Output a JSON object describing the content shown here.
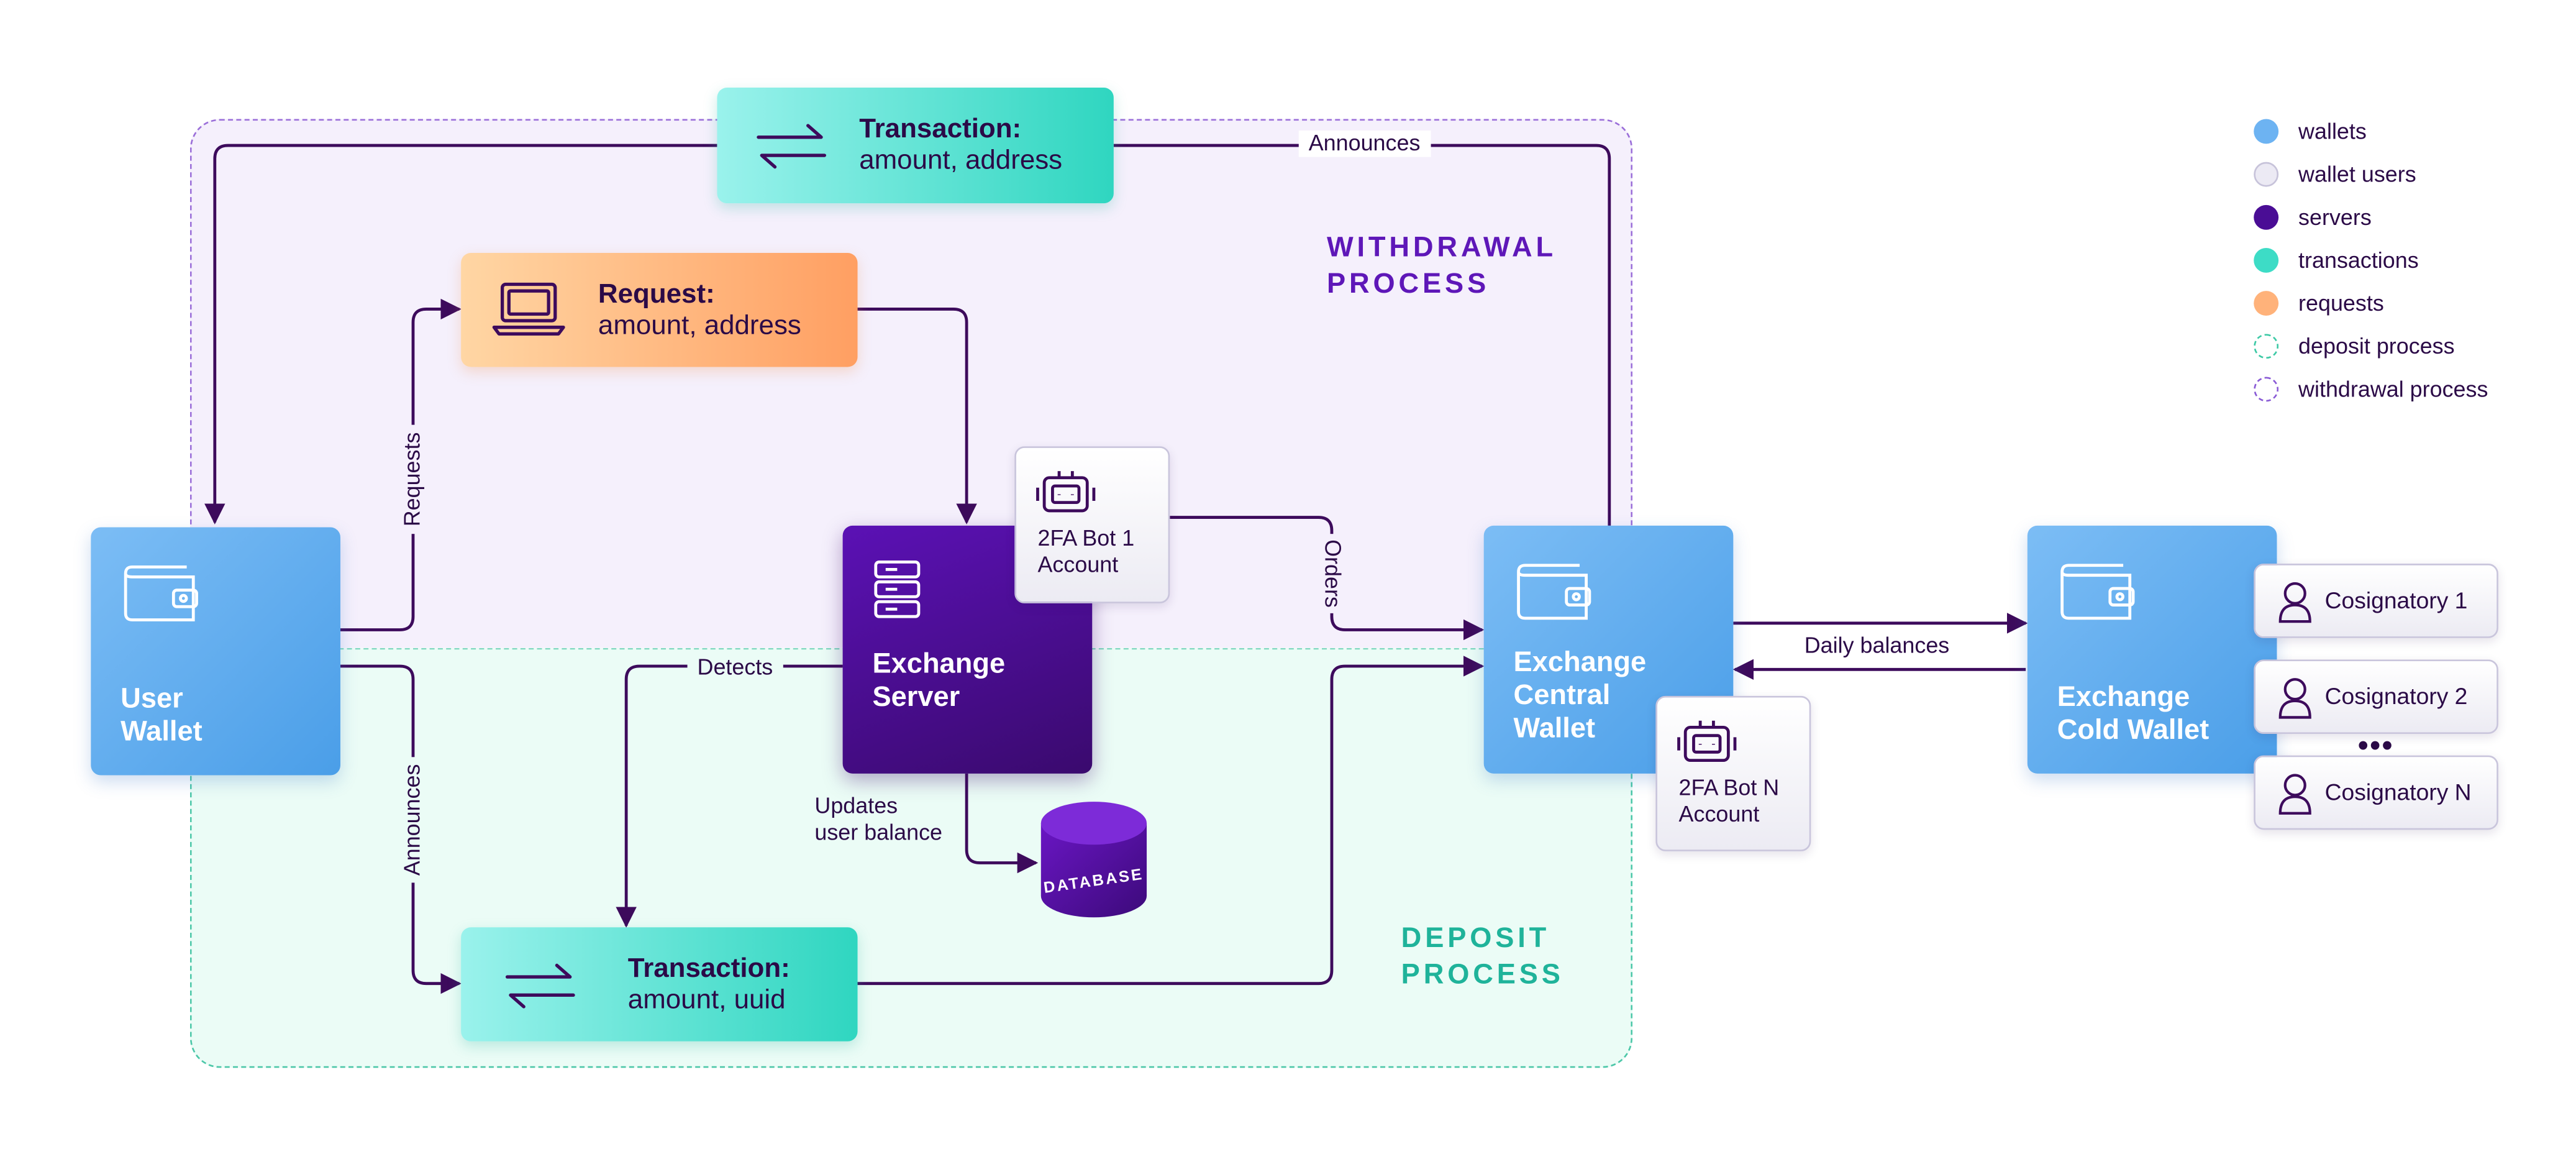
{
  "regions": {
    "withdrawal_label": "WITHDRAWAL\nPROCESS",
    "deposit_label": "DEPOSIT\nPROCESS"
  },
  "nodes": {
    "user_wallet": "User\nWallet",
    "exchange_server": "Exchange\nServer",
    "central_wallet": "Exchange\nCentral\nWallet",
    "cold_wallet": "Exchange\nCold Wallet",
    "tx_withdraw": {
      "title": "Transaction:",
      "detail": "amount, address"
    },
    "request": {
      "title": "Request:",
      "detail": "amount, address"
    },
    "tx_deposit": {
      "title": "Transaction:",
      "detail": "amount, uuid"
    },
    "bot1": "2FA Bot 1\nAccount",
    "botN": "2FA Bot N\nAccount",
    "database": "DATABASE",
    "cosignatories": [
      "Cosignatory 1",
      "Cosignatory 2",
      "Cosignatory N"
    ],
    "ellipsis": "•••"
  },
  "edges": {
    "announces_top": "Announces",
    "requests": "Requests",
    "orders": "Orders",
    "detects": "Detects",
    "announces_left": "Announces",
    "updates_balance": "Updates\nuser balance",
    "daily_balances": "Daily balances"
  },
  "legend": [
    {
      "label": "wallets",
      "color": "#6db3f2",
      "style": "fill"
    },
    {
      "label": "wallet users",
      "color": "#eceaf4",
      "style": "fill-outline"
    },
    {
      "label": "servers",
      "color": "#4a0d95",
      "style": "fill"
    },
    {
      "label": "transactions",
      "color": "#3ddcc6",
      "style": "fill"
    },
    {
      "label": "requests",
      "color": "#ffb27a",
      "style": "fill"
    },
    {
      "label": "deposit process",
      "color": "#3cc9a5",
      "style": "dashed"
    },
    {
      "label": "withdrawal process",
      "color": "#8a5bd6",
      "style": "dashed"
    }
  ],
  "colors": {
    "line": "#3d0b5c",
    "withdrawal_accent": "#5e17b8",
    "deposit_accent": "#1fb39a"
  }
}
